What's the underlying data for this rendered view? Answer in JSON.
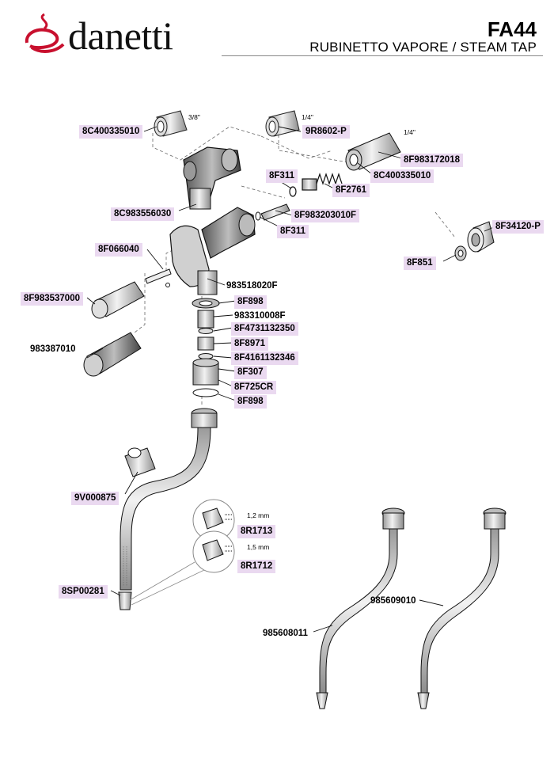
{
  "header": {
    "brand": "danetti",
    "model_code": "FA44",
    "title": "RUBINETTO VAPORE / STEAM TAP"
  },
  "colors": {
    "brand_red": "#c8102e",
    "label_bg": "#ead9f0",
    "part_fill": "#d9d9d9"
  },
  "parts": [
    {
      "code": "8C400335010"
    },
    {
      "code": "9R8602-P"
    },
    {
      "code": "8F983172018"
    },
    {
      "code": "8C400335010"
    },
    {
      "code": "8F311"
    },
    {
      "code": "8F2761"
    },
    {
      "code": "8C983556030"
    },
    {
      "code": "8F983203010F"
    },
    {
      "code": "8F311"
    },
    {
      "code": "8F34120-P"
    },
    {
      "code": "8F066040"
    },
    {
      "code": "8F851"
    },
    {
      "code": "983518020F"
    },
    {
      "code": "8F983537000"
    },
    {
      "code": "8F898"
    },
    {
      "code": "983310008F"
    },
    {
      "code": "8F4731132350"
    },
    {
      "code": "983387010"
    },
    {
      "code": "8F8971"
    },
    {
      "code": "8F4161132346"
    },
    {
      "code": "8F307"
    },
    {
      "code": "8F725CR"
    },
    {
      "code": "8F898"
    },
    {
      "code": "9V000875"
    },
    {
      "code": "8R1713"
    },
    {
      "code": "8R1712"
    },
    {
      "code": "8SP00281"
    },
    {
      "code": "985609010"
    },
    {
      "code": "985608011"
    }
  ],
  "dimensions": [
    "3/8\"",
    "1/4\"",
    "1/4\"",
    "1,2 mm",
    "1,5 mm"
  ]
}
